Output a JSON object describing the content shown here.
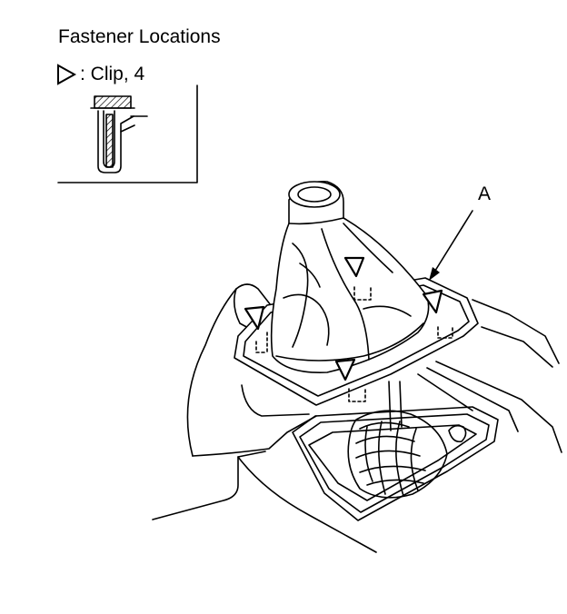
{
  "title": "Fastener Locations",
  "legend": {
    "symbol": "triangle-clip-icon",
    "text": ": Clip, 4"
  },
  "callouts": {
    "a": "A"
  }
}
